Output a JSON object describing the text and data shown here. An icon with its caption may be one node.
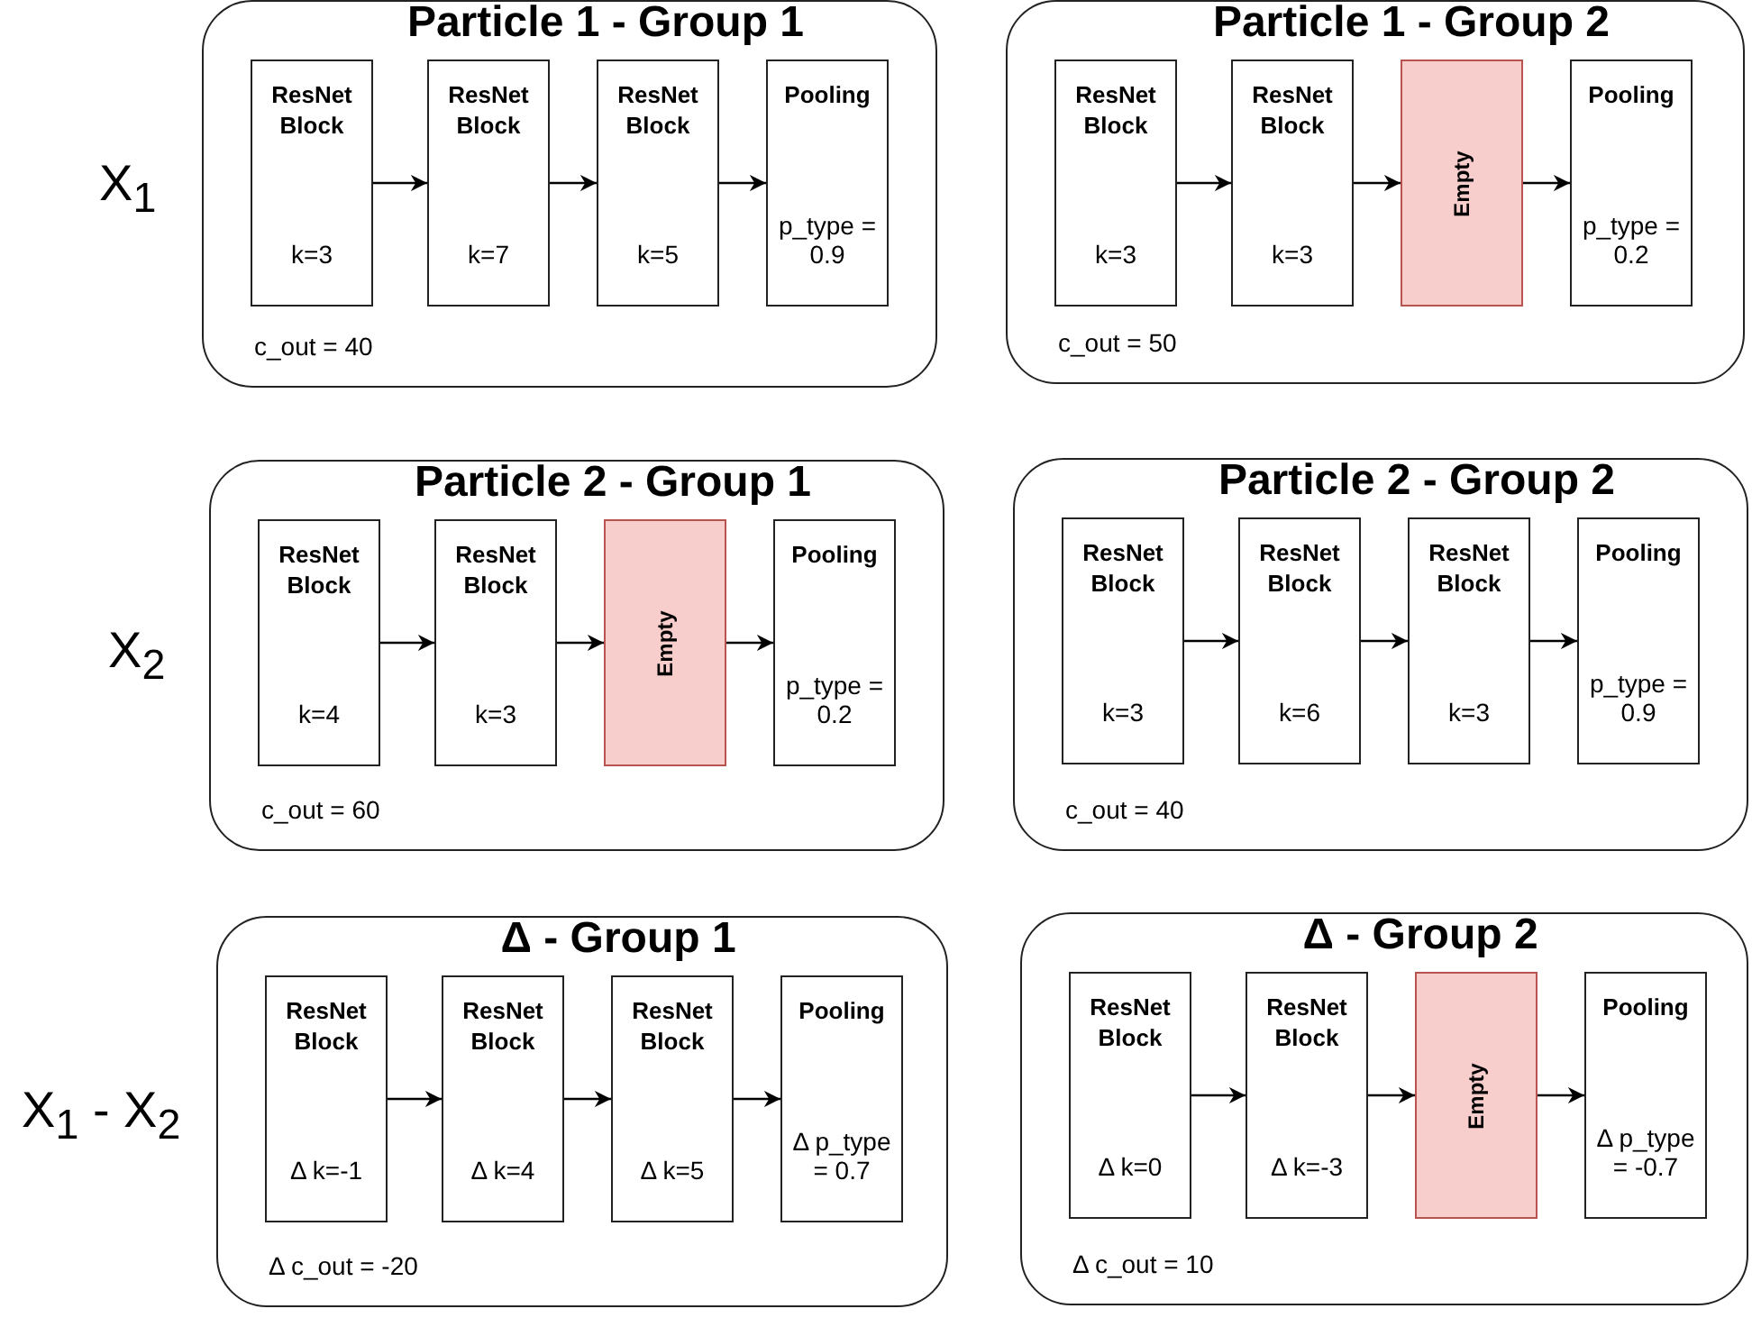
{
  "diagram": {
    "nodes": [
      {
        "text": [
          "Particle 1 - Group 1",
          "c_out = 40"
        ]
      },
      {
        "text": [
          "ResNet Block",
          "k=3"
        ],
        "in": 0
      },
      {
        "text": [
          "ResNet Block",
          "k=7"
        ],
        "in": 0
      },
      {
        "text": [
          "ResNet Block",
          "k=5"
        ],
        "in": 0
      },
      {
        "text": [
          "Pooling",
          "p_type = 0.9"
        ],
        "in": 0
      },
      {
        "text": [
          "Particle 1 - Group 2",
          "c_out = 50"
        ]
      },
      {
        "text": [
          "ResNet Block",
          "k=3"
        ],
        "in": 5
      },
      {
        "text": [
          "ResNet Block",
          "k=3"
        ],
        "in": 5
      },
      {
        "text": [
          "Empty"
        ],
        "in": 5
      },
      {
        "text": [
          "Pooling",
          "p_type = 0.2"
        ],
        "in": 5
      },
      {
        "text": [
          "Particle 2 - Group 1",
          "c_out = 60"
        ]
      },
      {
        "text": [
          "ResNet Block",
          "k=4"
        ],
        "in": 10
      },
      {
        "text": [
          "ResNet Block",
          "k=3"
        ],
        "in": 10
      },
      {
        "text": [
          "Empty"
        ],
        "in": 10
      },
      {
        "text": [
          "Pooling",
          "p_type = 0.2"
        ],
        "in": 10
      },
      {
        "text": [
          "Particle 2 - Group 2",
          "c_out = 40"
        ]
      },
      {
        "text": [
          "ResNet Block",
          "k=3"
        ],
        "in": 15
      },
      {
        "text": [
          "ResNet Block",
          "k=6"
        ],
        "in": 15
      },
      {
        "text": [
          "ResNet Block",
          "k=3"
        ],
        "in": 15
      },
      {
        "text": [
          "Pooling",
          "p_type = 0.9"
        ],
        "in": 15
      },
      {
        "text": [
          "Δ - Group 1",
          "Δ c_out = -20"
        ]
      },
      {
        "text": [
          "ResNet Block",
          "Δ k=-1"
        ],
        "in": 20
      },
      {
        "text": [
          "ResNet Block",
          "Δ k=4"
        ],
        "in": 20
      },
      {
        "text": [
          "ResNet Block",
          "Δ k=5"
        ],
        "in": 20
      },
      {
        "text": [
          "Pooling",
          "Δ p_type = 0.7"
        ],
        "in": 20
      },
      {
        "text": [
          "Δ - Group 2",
          "Δ c_out = 10"
        ]
      },
      {
        "text": [
          "ResNet Block",
          "Δ k=0"
        ],
        "in": 25
      },
      {
        "text": [
          "ResNet Block",
          "Δ k=-3"
        ],
        "in": 25
      },
      {
        "text": [
          "Empty"
        ],
        "in": 25
      },
      {
        "text": [
          "Pooling",
          "Δ p_type = -0.7"
        ],
        "in": 25
      }
    ],
    "edges": [
      {
        "from": 1,
        "to": 2,
        "arrow": "to"
      },
      {
        "from": 2,
        "to": 3,
        "arrow": "to"
      },
      {
        "from": 3,
        "to": 4,
        "arrow": "to"
      },
      {
        "from": 6,
        "to": 7,
        "arrow": "to"
      },
      {
        "from": 7,
        "to": 8,
        "arrow": "to"
      },
      {
        "from": 8,
        "to": 9,
        "arrow": "to"
      },
      {
        "from": 11,
        "to": 12,
        "arrow": "to"
      },
      {
        "from": 12,
        "to": 13,
        "arrow": "to"
      },
      {
        "from": 13,
        "to": 14,
        "arrow": "to"
      },
      {
        "from": 16,
        "to": 17,
        "arrow": "to"
      },
      {
        "from": 17,
        "to": 18,
        "arrow": "to"
      },
      {
        "from": 18,
        "to": 19,
        "arrow": "to"
      },
      {
        "from": 21,
        "to": 22,
        "arrow": "to"
      },
      {
        "from": 22,
        "to": 23,
        "arrow": "to"
      },
      {
        "from": 23,
        "to": 24,
        "arrow": "to"
      },
      {
        "from": 26,
        "to": 27,
        "arrow": "to"
      },
      {
        "from": 27,
        "to": 28,
        "arrow": "to"
      },
      {
        "from": 28,
        "to": 29,
        "arrow": "to"
      }
    ],
    "labels": [
      "X$_{1}$",
      "X$_{2}$",
      "X$_{1}$ - X$_{2}$"
    ]
  }
}
